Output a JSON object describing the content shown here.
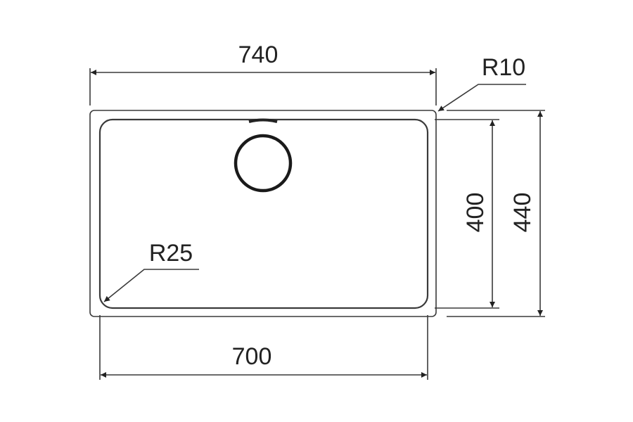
{
  "dimensions": {
    "outer_width": "740",
    "inner_width": "700",
    "inner_depth": "400",
    "outer_depth": "440",
    "outer_radius": "R10",
    "inner_radius": "R25"
  },
  "colors": {
    "line": "#3a3a3a",
    "drain": "#1a1a1a"
  }
}
